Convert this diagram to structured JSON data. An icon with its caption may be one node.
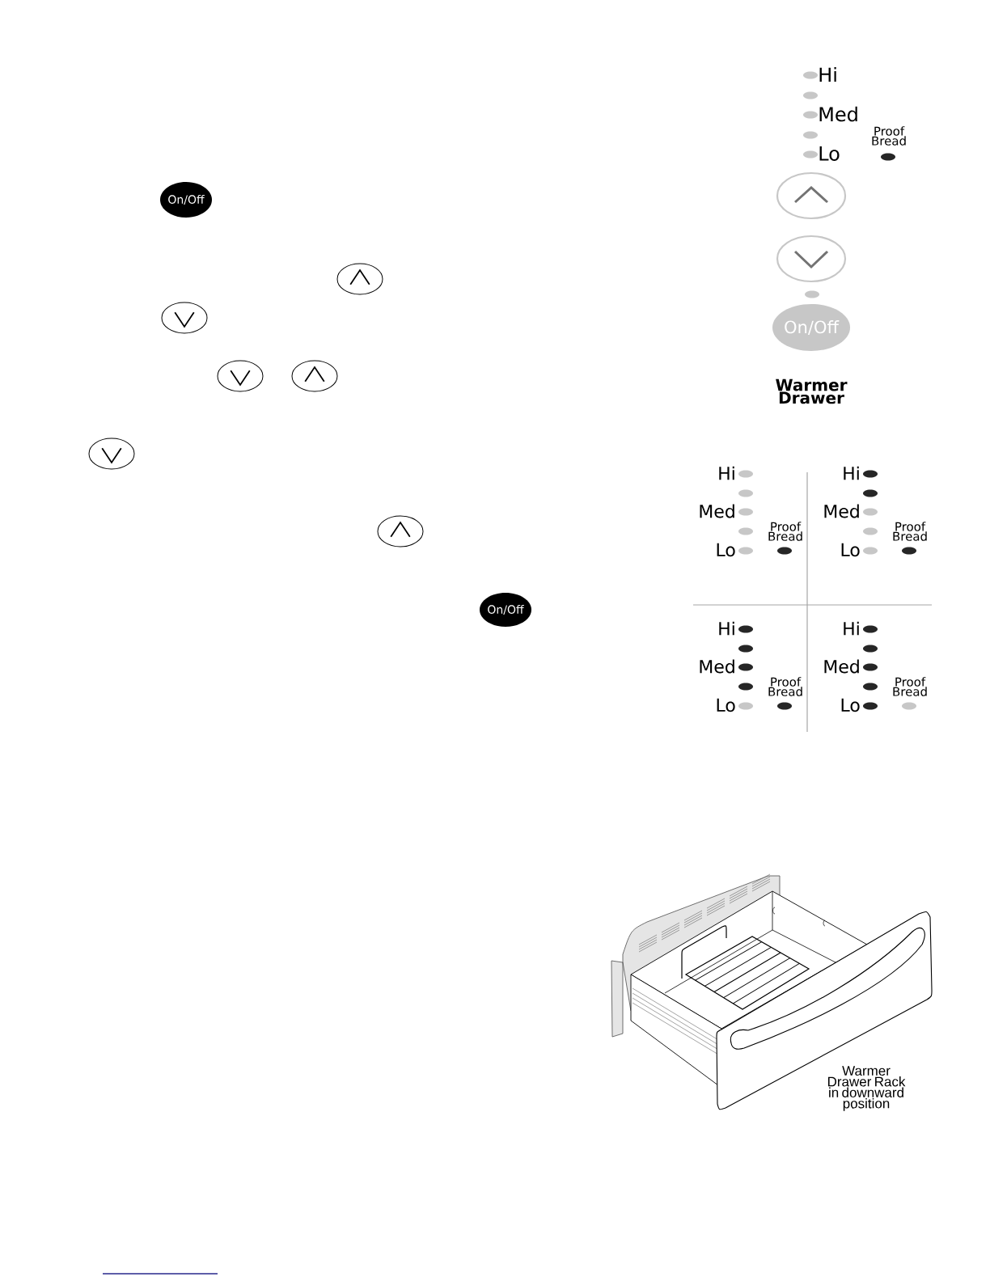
{
  "diagram": {
    "nodes": [
      {
        "text": [
          "On/Off"
        ]
      },
      {
        "text": [
          "On/Off"
        ]
      },
      {
        "text": [
          "On/Off"
        ]
      }
    ],
    "labels": [
      "Hi",
      "Med",
      "Lo",
      "Proof Bread",
      "Warmer Drawer",
      "Hi",
      "Med",
      "Lo",
      "Proof Bread",
      "Hi",
      "Med",
      "Lo",
      "Proof Bread",
      "Hi",
      "Med",
      "Lo",
      "Proof Bread",
      "Hi",
      "Med",
      "Lo",
      "Proof Bread",
      "Warmer Drawer Rack in downward position"
    ]
  }
}
